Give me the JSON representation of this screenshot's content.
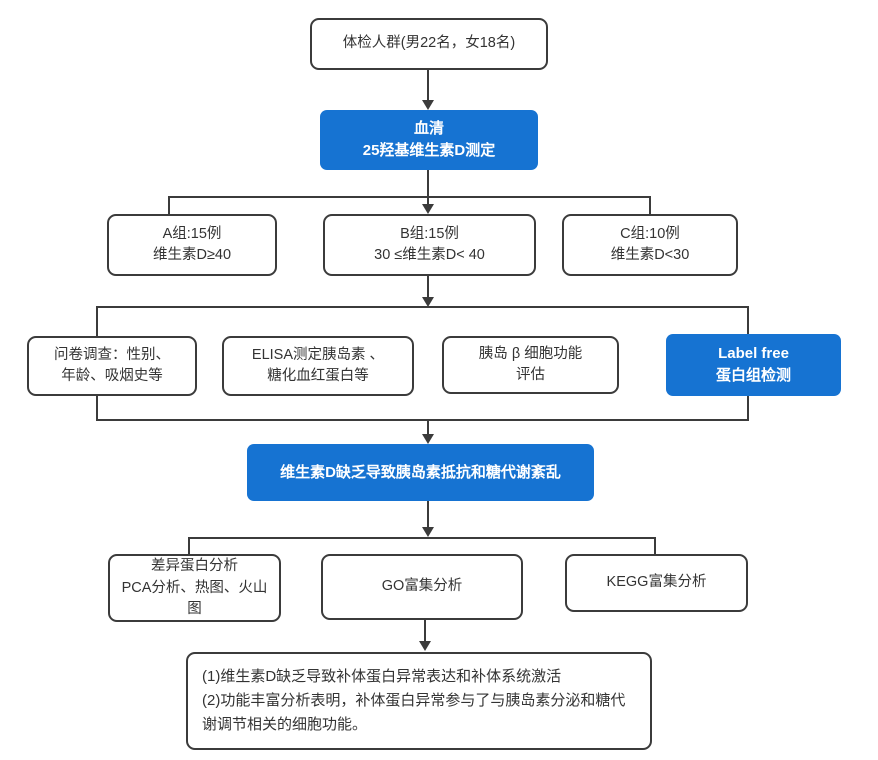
{
  "palette": {
    "accent_blue": "#1673D2",
    "line_color": "#3b3b3b",
    "text_color": "#333333",
    "node_bg": "#ffffff"
  },
  "nodes": {
    "population": {
      "text": "体检人群(男22名，女18名)"
    },
    "serum": {
      "line1": "血清",
      "line2": "25羟基维生素D测定"
    },
    "group_a": {
      "line1": "A组:15例",
      "line2": "维生素D≥40"
    },
    "group_b": {
      "line1": "B组:15例",
      "line2": "30 ≤维生素D< 40"
    },
    "group_c": {
      "line1": "C组:10例",
      "line2": "维生素D<30"
    },
    "questionnaire": {
      "line1": "问卷调查：性别、",
      "line2": "年龄、吸烟史等"
    },
    "elisa": {
      "line1": "ELISA测定胰岛素 、",
      "line2": "糖化血红蛋白等"
    },
    "beta_cell": {
      "line1": "胰岛 β 细胞功能",
      "line2": "评估"
    },
    "label_free": {
      "line1": "Label free",
      "line2": "蛋白组检测"
    },
    "banner": {
      "text": "维生素D缺乏导致胰岛素抵抗和糖代谢紊乱"
    },
    "dep_analysis": {
      "line1": "差异蛋白分析",
      "line2": "PCA分析、热图、火山图"
    },
    "go_analysis": {
      "text": "GO富集分析"
    },
    "kegg_analysis": {
      "text": "KEGG富集分析"
    },
    "final": {
      "line1": "(1)维生素D缺乏导致补体蛋白异常表达和补体系统激活",
      "line2": "(2)功能丰富分析表明，补体蛋白异常参与了与胰岛素分泌和糖代谢调节相关的细胞功能。"
    }
  }
}
